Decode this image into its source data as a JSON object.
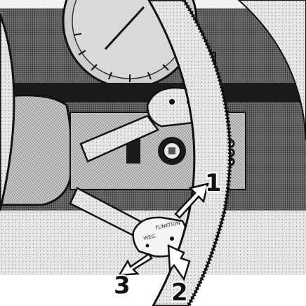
{
  "illustration": {
    "callouts": {
      "one": "1",
      "two": "2",
      "three": "3"
    },
    "stalk_labels": {
      "line1": "FUNKTION",
      "line2": "WEG"
    }
  }
}
